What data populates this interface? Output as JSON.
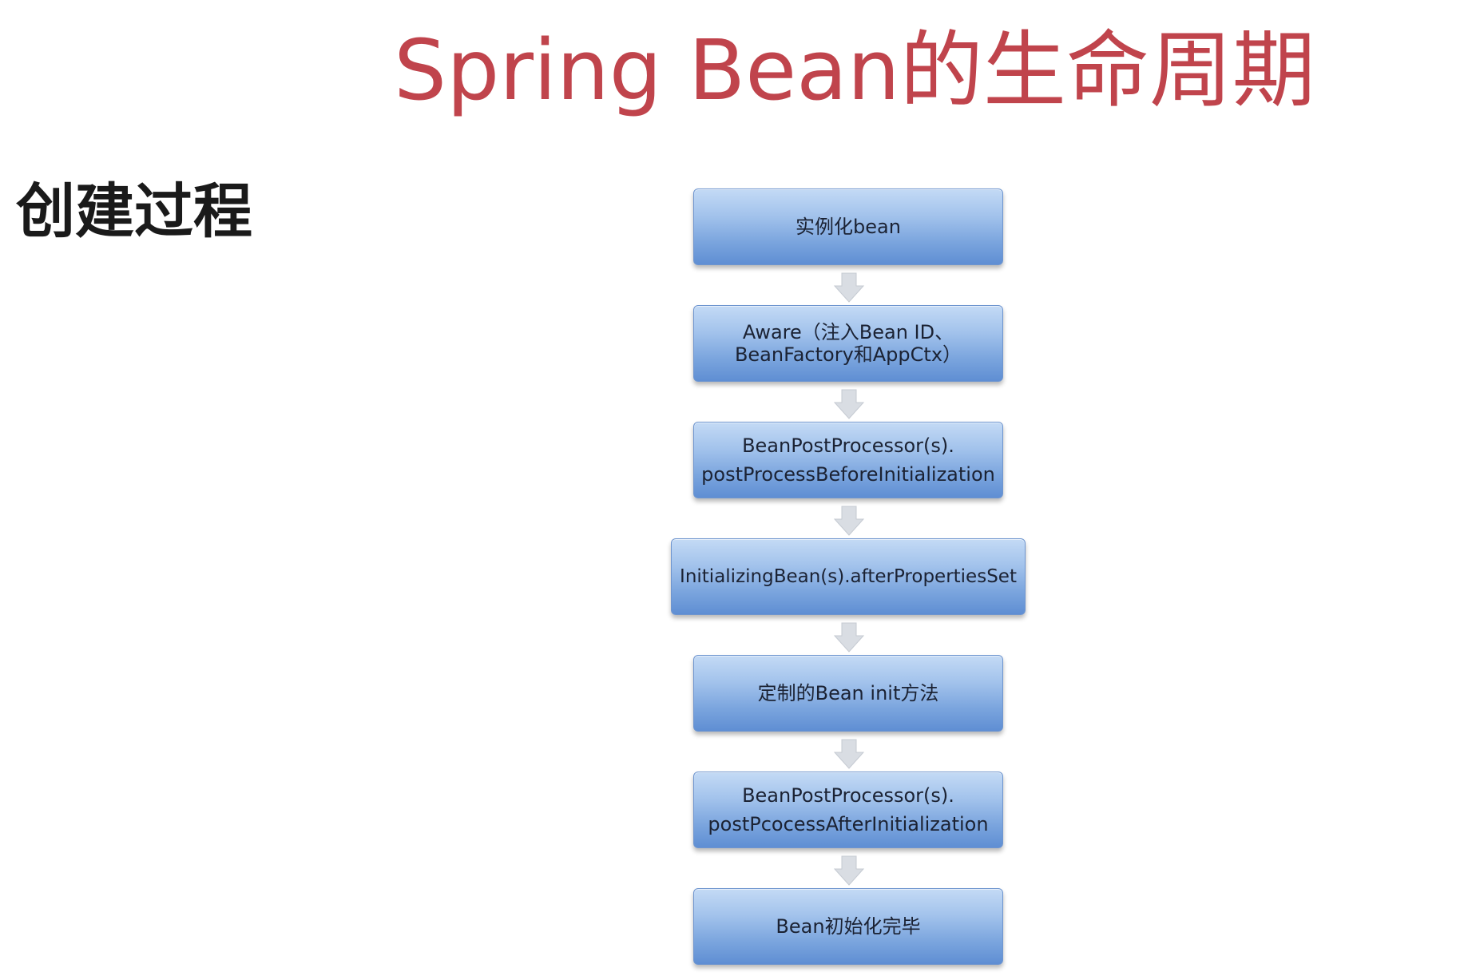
{
  "title": "Spring Bean的生命周期",
  "section_label": "创建过程",
  "steps": [
    {
      "lines": [
        "实例化bean"
      ]
    },
    {
      "lines": [
        "Aware（注入Bean ID、",
        "BeanFactory和AppCtx）"
      ]
    },
    {
      "lines": [
        "BeanPostProcessor(s).",
        "postProcessBeforeInitialization"
      ]
    },
    {
      "lines": [
        "InitializingBean(s).afterPropertiesSet"
      ]
    },
    {
      "lines": [
        "定制的Bean init方法"
      ]
    },
    {
      "lines": [
        "BeanPostProcessor(s).",
        "postPcocessAfterInitialization"
      ]
    },
    {
      "lines": [
        "Bean初始化完毕"
      ]
    }
  ],
  "colors": {
    "title": "#c0444c",
    "box_top": "#c4daf5",
    "box_bottom": "#5f8ed3",
    "arrow": "#d9dde3"
  },
  "arrow_icon": "down-arrow-icon"
}
